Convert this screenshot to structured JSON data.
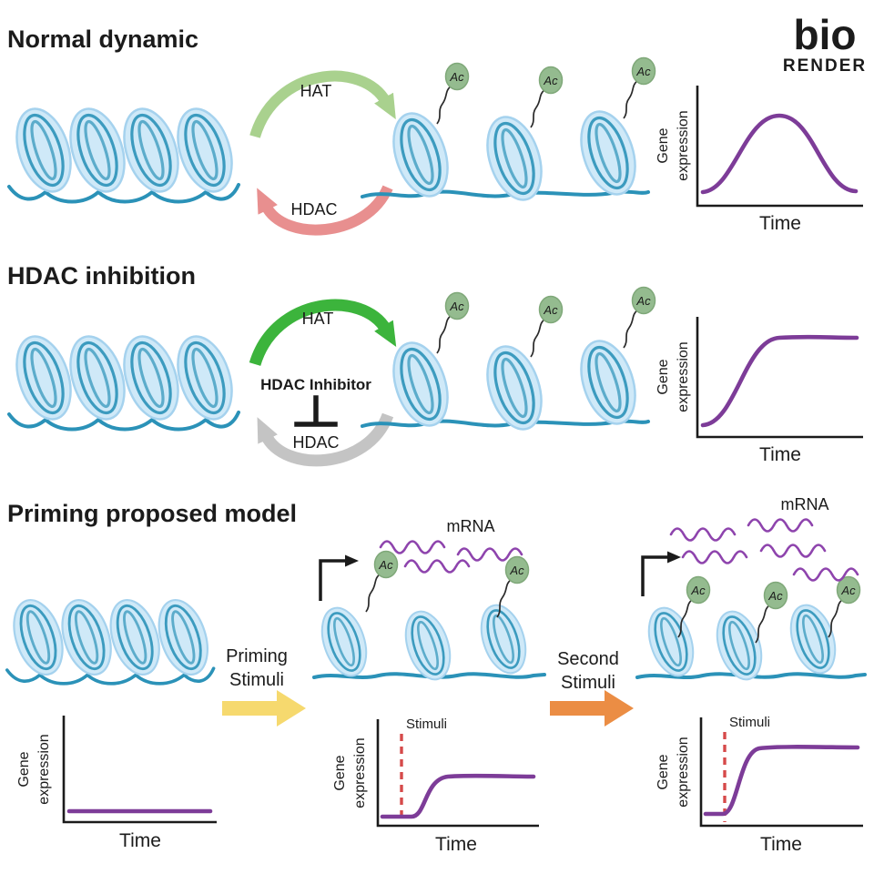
{
  "brand": {
    "wordmark_top": "bio",
    "wordmark_bottom": "RENDER"
  },
  "labels": {
    "hat": "HAT",
    "hdac": "HDAC",
    "hdac_inhibitor": "HDAC Inhibitor",
    "ac": "Ac",
    "mrna": "mRNA",
    "stimuli": "Stimuli",
    "gene": "Gene",
    "expression": "expression",
    "time": "Time"
  },
  "sections": {
    "normal": {
      "title": "Normal dynamic"
    },
    "hdac_inhibition": {
      "title": "HDAC inhibition"
    },
    "priming": {
      "title": "Priming proposed model",
      "priming_arrow": {
        "line1": "Priming",
        "line2": "Stimuli"
      },
      "second_arrow": {
        "line1": "Second",
        "line2": "Stimuli"
      }
    }
  },
  "colors": {
    "dna": "#2b92b8",
    "nucleosome_fill": "#cfe9f8",
    "hat_arrow_normal": "#a9d18e",
    "hdac_arrow_normal": "#e88f8f",
    "hat_arrow_inhibition": "#3cb43c",
    "hdac_arrow_inhibition": "#c4c4c4",
    "acetyl_tag": "#94bb8f",
    "expression_curve": "#7d3c98",
    "mrna": "#8e44ad",
    "stimuli_line": "#d64a4a",
    "priming_arrow": "#f6d96e",
    "second_arrow": "#eb8d44",
    "brand_blue": "#7fb2db"
  },
  "chart_data": [
    {
      "type": "line",
      "panel": "normal-dynamic",
      "xlabel": "Time",
      "ylabel": "Gene expression",
      "x": [
        0,
        1,
        2,
        3,
        4,
        5,
        6,
        7,
        8,
        9,
        10
      ],
      "series": [
        {
          "name": "gene expression",
          "values": [
            0.05,
            0.1,
            0.3,
            0.6,
            0.85,
            0.95,
            0.85,
            0.6,
            0.3,
            0.1,
            0.05
          ]
        }
      ],
      "shape": "transient bell-shaped pulse returning to baseline",
      "grid": false
    },
    {
      "type": "line",
      "panel": "hdac-inhibition",
      "xlabel": "Time",
      "ylabel": "Gene expression",
      "x": [
        0,
        1,
        2,
        3,
        4,
        5,
        6,
        7,
        8,
        9,
        10
      ],
      "series": [
        {
          "name": "gene expression",
          "values": [
            0.05,
            0.07,
            0.15,
            0.4,
            0.7,
            0.88,
            0.93,
            0.95,
            0.95,
            0.95,
            0.95
          ]
        }
      ],
      "shape": "sigmoidal rise to sustained plateau",
      "grid": false
    },
    {
      "type": "line",
      "panel": "priming-baseline",
      "xlabel": "Time",
      "ylabel": "Gene expression",
      "x": [
        0,
        1,
        2,
        3,
        4,
        5,
        6,
        7,
        8,
        9,
        10
      ],
      "series": [
        {
          "name": "gene expression",
          "values": [
            0.03,
            0.03,
            0.03,
            0.03,
            0.03,
            0.03,
            0.03,
            0.03,
            0.03,
            0.03,
            0.03
          ]
        }
      ],
      "shape": "flat baseline, no expression",
      "grid": false
    },
    {
      "type": "line",
      "panel": "priming-first-stimulus",
      "xlabel": "Time",
      "ylabel": "Gene expression",
      "annotations": [
        {
          "label": "Stimuli",
          "x": 1.5,
          "style": "red dashed vertical line"
        }
      ],
      "x": [
        0,
        1,
        2,
        3,
        4,
        5,
        6,
        7,
        8,
        9,
        10
      ],
      "series": [
        {
          "name": "gene expression",
          "values": [
            0.05,
            0.05,
            0.05,
            0.1,
            0.3,
            0.42,
            0.45,
            0.45,
            0.45,
            0.45,
            0.45
          ]
        }
      ],
      "shape": "delayed moderate sigmoidal rise after stimulus",
      "grid": false
    },
    {
      "type": "line",
      "panel": "priming-second-stimulus",
      "xlabel": "Time",
      "ylabel": "Gene expression",
      "annotations": [
        {
          "label": "Stimuli",
          "x": 1,
          "style": "red dashed vertical line"
        }
      ],
      "x": [
        0,
        1,
        2,
        3,
        4,
        5,
        6,
        7,
        8,
        9,
        10
      ],
      "series": [
        {
          "name": "gene expression",
          "values": [
            0.06,
            0.06,
            0.3,
            0.65,
            0.82,
            0.86,
            0.87,
            0.87,
            0.87,
            0.87,
            0.87
          ]
        }
      ],
      "shape": "rapid strong sigmoidal rise immediately after stimulus",
      "grid": false
    }
  ]
}
